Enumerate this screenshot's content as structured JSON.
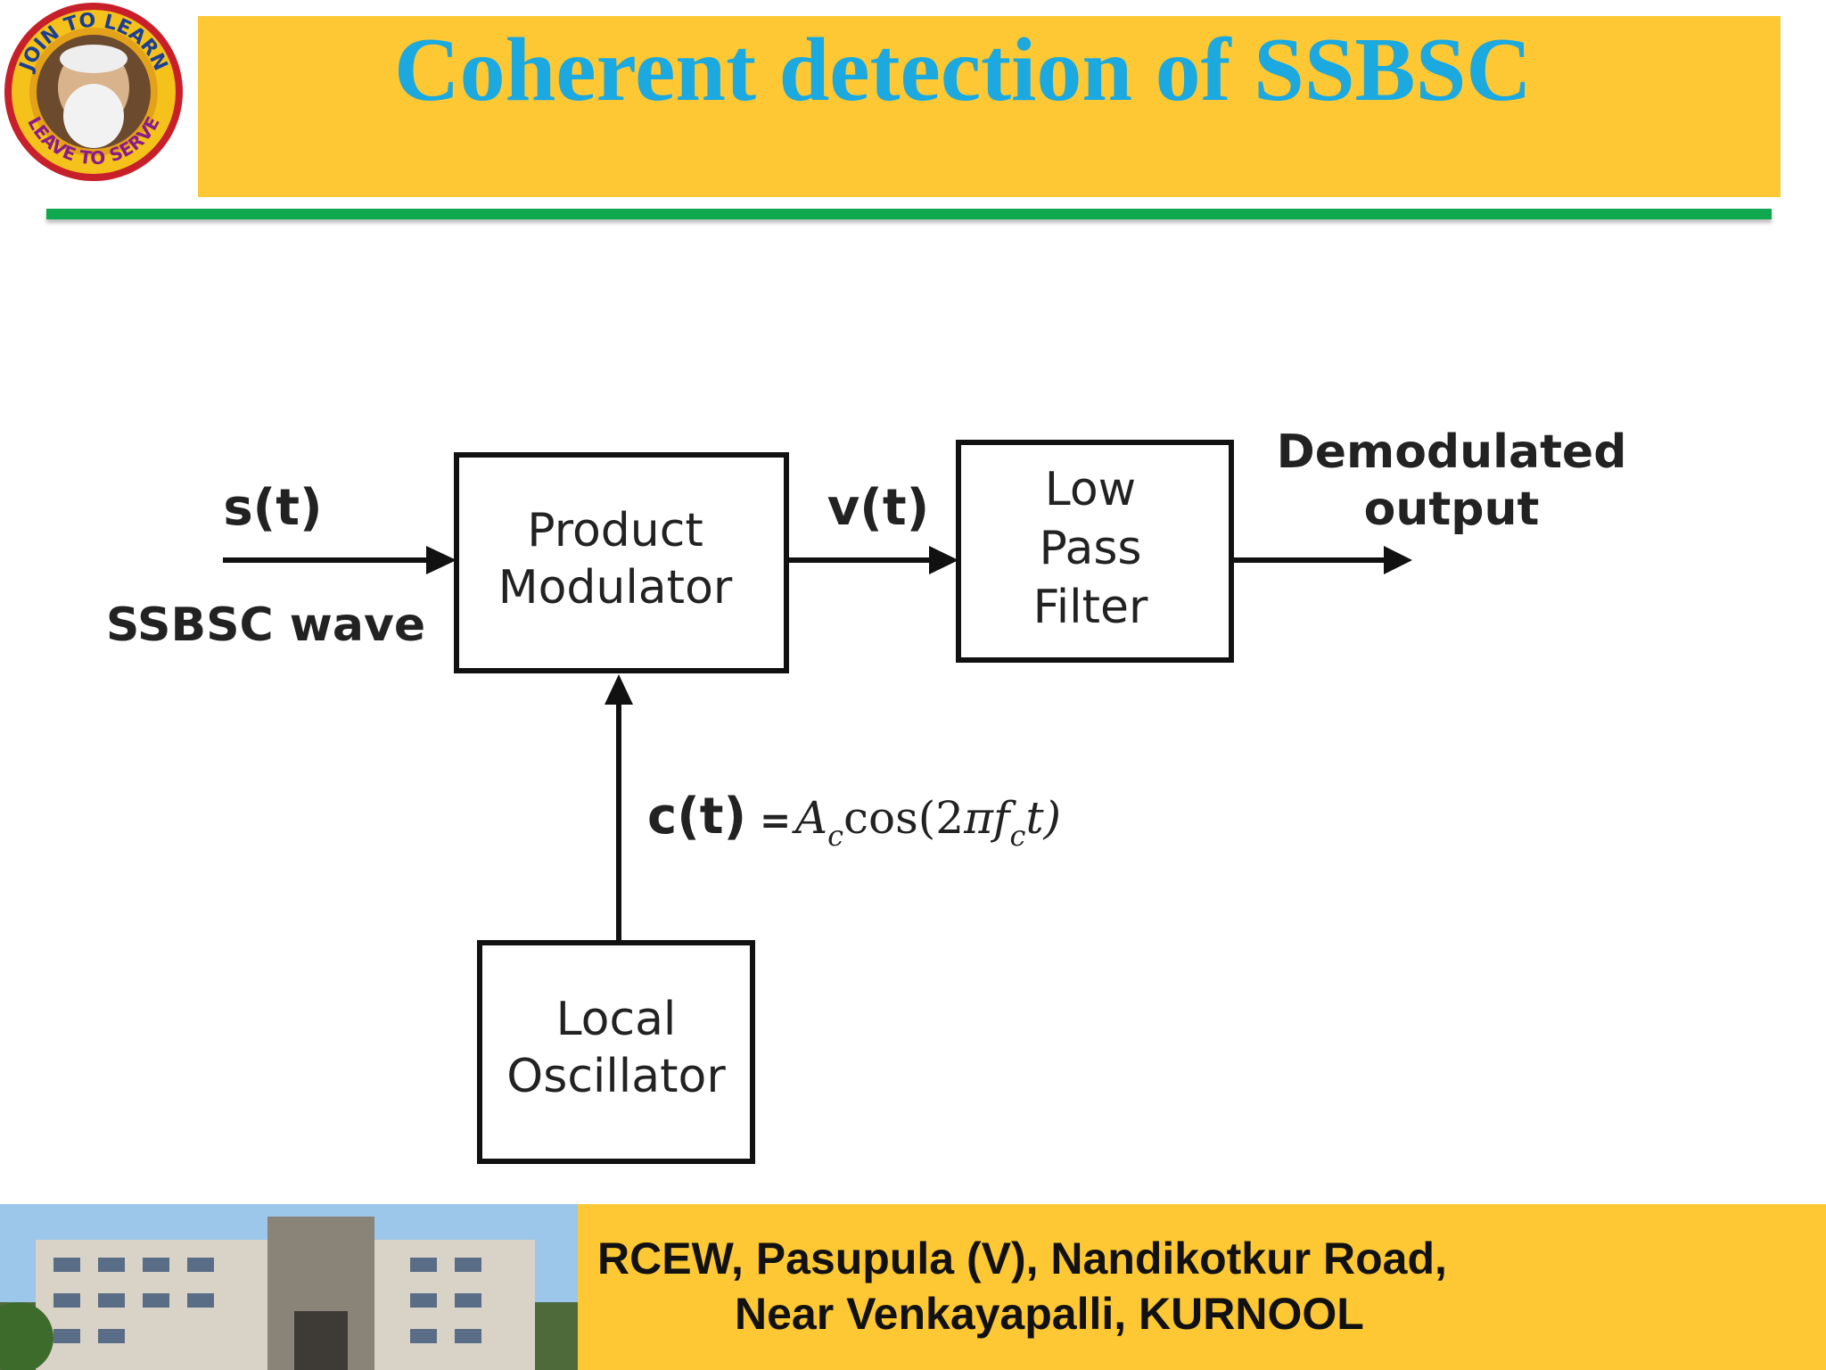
{
  "header": {
    "title": "Coherent detection of SSBSC",
    "title_color": "#1ba9e0",
    "band_color": "#fdc834",
    "rule_color": "#10a84e",
    "logo_text_top": "JOIN TO LEARN",
    "logo_text_bottom": "LEAVE TO SERVE"
  },
  "diagram": {
    "input_label": "s(t)",
    "input_caption": "SSBSC wave",
    "block_product": [
      "Product",
      "Modulator"
    ],
    "intermediate_label": "v(t)",
    "block_filter": [
      "Low",
      "Pass",
      "Filter"
    ],
    "output_label": [
      "Demodulated",
      "output"
    ],
    "carrier_label": "c(t)",
    "carrier_equals": "=",
    "carrier_formula": "A",
    "carrier_sub": "c",
    "carrier_cos": "cos(2",
    "carrier_pi": "π",
    "carrier_f": "f",
    "carrier_fsub": "c",
    "carrier_tail": "t)",
    "block_oscillator": [
      "Local",
      "Oscillator"
    ]
  },
  "footer": {
    "line1": "RCEW, Pasupula (V), Nandikotkur Road,",
    "line2": "Near Venkayapalli, KURNOOL"
  }
}
